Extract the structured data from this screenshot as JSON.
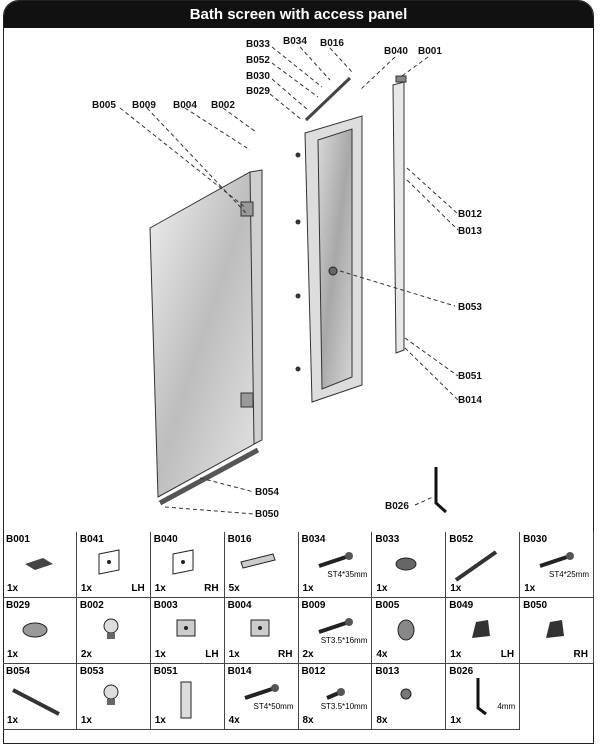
{
  "title": "Bath screen with access panel",
  "callouts": [
    "B033",
    "B034",
    "B016",
    "B040",
    "B001",
    "B052",
    "B030",
    "B029",
    "B005",
    "B009",
    "B004",
    "B002",
    "B012",
    "B013",
    "B053",
    "B051",
    "B014",
    "B054",
    "B050",
    "B026"
  ],
  "parts": [
    {
      "code": "B001",
      "qty": "1x",
      "side": "",
      "spec": "",
      "icon": "cap-icon"
    },
    {
      "code": "B041",
      "qty": "1x",
      "side": "LH",
      "spec": "",
      "icon": "corner-bracket-icon"
    },
    {
      "code": "B040",
      "qty": "1x",
      "side": "RH",
      "spec": "",
      "icon": "corner-bracket-icon"
    },
    {
      "code": "B016",
      "qty": "5x",
      "side": "",
      "spec": "",
      "icon": "wall-plug-icon"
    },
    {
      "code": "B034",
      "qty": "1x",
      "side": "",
      "spec": "ST4*35mm",
      "icon": "screw-icon"
    },
    {
      "code": "B033",
      "qty": "1x",
      "side": "",
      "spec": "",
      "icon": "cover-cap-icon"
    },
    {
      "code": "B052",
      "qty": "1x",
      "side": "",
      "spec": "",
      "icon": "rod-icon"
    },
    {
      "code": "B030",
      "qty": "1x",
      "side": "",
      "spec": "ST4*25mm",
      "icon": "screw-icon"
    },
    {
      "code": "B029",
      "qty": "1x",
      "side": "",
      "spec": "",
      "icon": "base-icon"
    },
    {
      "code": "B002",
      "qty": "2x",
      "side": "",
      "spec": "",
      "icon": "knob-icon"
    },
    {
      "code": "B003",
      "qty": "1x",
      "side": "LH",
      "spec": "",
      "icon": "hinge-icon"
    },
    {
      "code": "B004",
      "qty": "1x",
      "side": "RH",
      "spec": "",
      "icon": "hinge-icon"
    },
    {
      "code": "B009",
      "qty": "2x",
      "side": "",
      "spec": "ST3.5*16mm",
      "icon": "screw-icon"
    },
    {
      "code": "B005",
      "qty": "4x",
      "side": "",
      "spec": "",
      "icon": "washer-icon"
    },
    {
      "code": "B049",
      "qty": "1x",
      "side": "LH",
      "spec": "",
      "icon": "end-cap-icon"
    },
    {
      "code": "B050",
      "qty": "",
      "side": "RH",
      "spec": "",
      "icon": "end-cap-icon"
    },
    {
      "code": "B054",
      "qty": "1x",
      "side": "",
      "spec": "",
      "icon": "seal-strip-icon"
    },
    {
      "code": "B053",
      "qty": "1x",
      "side": "",
      "spec": "",
      "icon": "knob-icon"
    },
    {
      "code": "B051",
      "qty": "1x",
      "side": "",
      "spec": "",
      "icon": "profile-icon"
    },
    {
      "code": "B014",
      "qty": "4x",
      "side": "",
      "spec": "ST4*50mm",
      "icon": "screw-icon"
    },
    {
      "code": "B012",
      "qty": "8x",
      "side": "",
      "spec": "ST3.5*10mm",
      "icon": "small-screw-icon"
    },
    {
      "code": "B013",
      "qty": "8x",
      "side": "",
      "spec": "",
      "icon": "screw-cap-icon"
    },
    {
      "code": "B026",
      "qty": "1x",
      "side": "",
      "spec": "4mm",
      "icon": "allen-key-icon"
    }
  ]
}
